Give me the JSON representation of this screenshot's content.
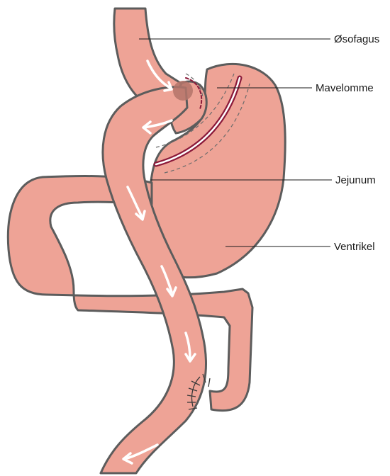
{
  "labels": {
    "esophagus": "Øsofagus",
    "pouch": "Mavelomme",
    "jejunum": "Jejunum",
    "stomach": "Ventrikel"
  },
  "colors": {
    "tissue": "#eea396",
    "outline": "#5c5c5c",
    "staple_line": "#8b1a3a",
    "staple_white": "#ffffff",
    "anastomosis": "#b4746a",
    "arrow": "#ffffff",
    "background": "#ffffff"
  }
}
